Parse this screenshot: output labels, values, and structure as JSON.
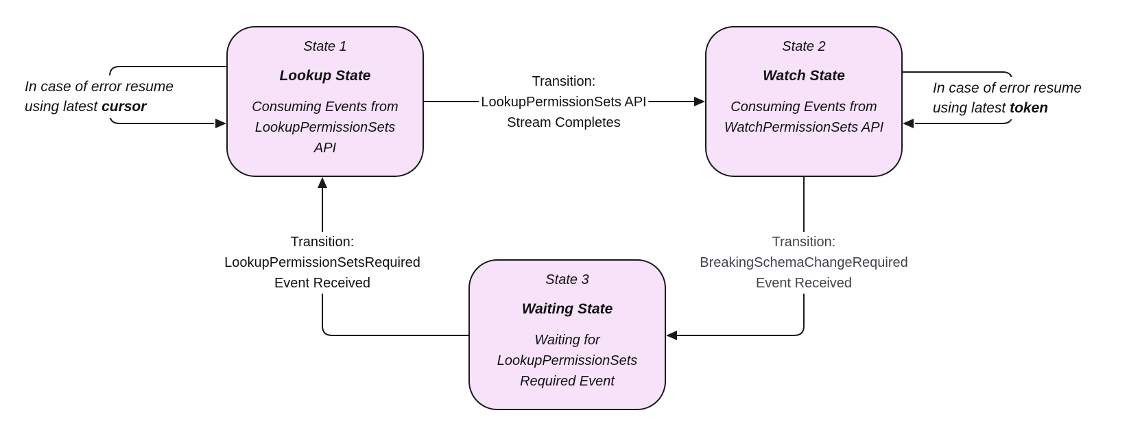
{
  "states": [
    {
      "id": "state-1",
      "title": "State 1",
      "name": "Lookup State",
      "description": "Consuming Events from LookupPermissionSets API"
    },
    {
      "id": "state-2",
      "title": "State 2",
      "name": "Watch State",
      "description": "Consuming Events from WatchPermissionSets API"
    },
    {
      "id": "state-3",
      "title": "State 3",
      "name": "Waiting State",
      "description": "Waiting for LookupPermissionSets Required Event"
    }
  ],
  "transitions": [
    {
      "from": "state-1",
      "to": "state-2",
      "prefix": "Transition:",
      "line1": "LookupPermissionSets API",
      "line2": "Stream Completes"
    },
    {
      "from": "state-3",
      "to": "state-1",
      "prefix": "Transition:",
      "line1": "LookupPermissionSetsRequired",
      "line2": "Event Received"
    },
    {
      "from": "state-2",
      "to": "state-3",
      "prefix": "Transition:",
      "line1": "BreakingSchemaChangeRequired",
      "line2": "Event Received"
    }
  ],
  "notes": [
    {
      "attached_to": "state-1",
      "text": "In case of error resume using latest ",
      "bold": "cursor"
    },
    {
      "attached_to": "state-2",
      "text": "In case of error resume using latest ",
      "bold": "token"
    }
  ],
  "colors": {
    "state_fill": "#f7e2fa",
    "state_border": "#1a1a1a",
    "line": "#1a1a1a",
    "text": "#111111",
    "muted_text": "#43434c",
    "background": "#ffffff"
  }
}
